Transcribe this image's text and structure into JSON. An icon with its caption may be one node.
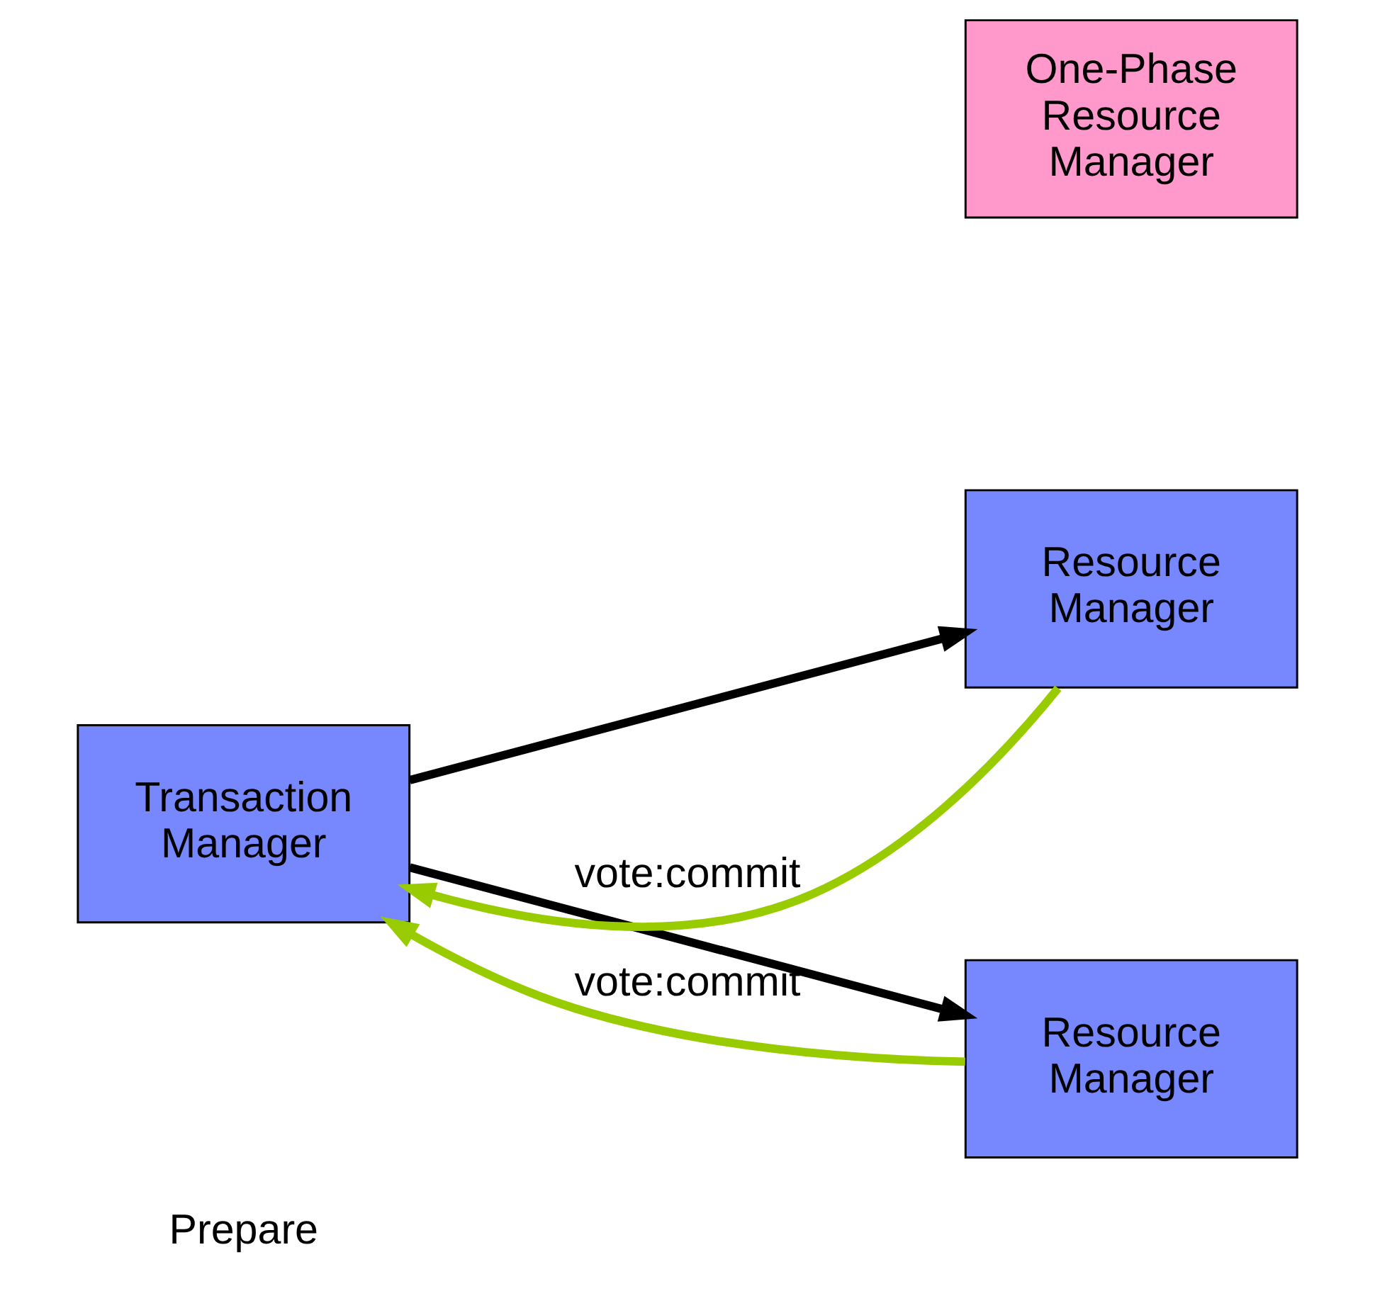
{
  "diagram": {
    "nodes": [
      {
        "text": [
          "One-Phase Resource Manager"
        ]
      },
      {
        "text": [
          "Transaction Manager"
        ]
      },
      {
        "text": [
          "Resource Manager"
        ]
      },
      {
        "text": [
          "Resource Manager"
        ]
      }
    ],
    "edges": [
      {
        "from": 2,
        "to": 1,
        "arrow": "to",
        "label": "vote:commit",
        "color": "#99cc00"
      },
      {
        "from": 1,
        "to": 2,
        "arrow": "to",
        "color": "#000000"
      },
      {
        "from": 1,
        "to": 3,
        "arrow": "to",
        "color": "#000000"
      },
      {
        "from": 3,
        "to": 1,
        "arrow": "to",
        "label": "vote:commit",
        "color": "#99cc00"
      }
    ],
    "labels": [
      "Prepare"
    ]
  }
}
